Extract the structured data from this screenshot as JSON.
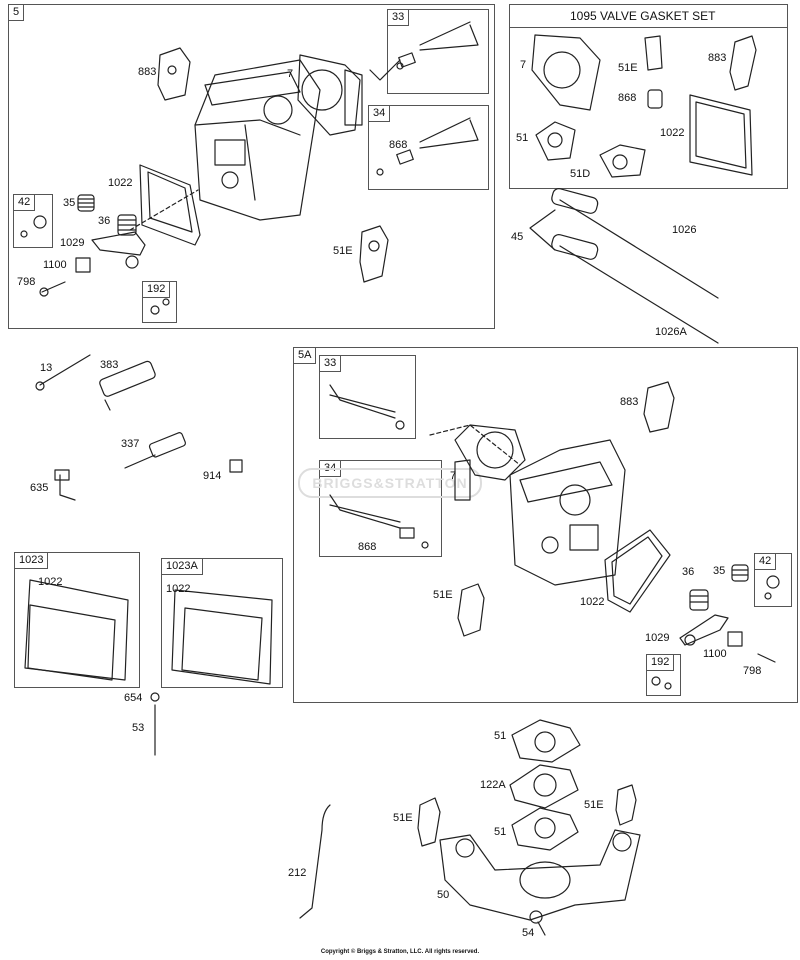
{
  "frames": {
    "f5": "5",
    "f5a": "5A",
    "gasket_set": "1095 VALVE GASKET SET",
    "f1023": "1023",
    "f1023a": "1023A"
  },
  "subtags": {
    "a33": "33",
    "a34": "34",
    "a42": "42",
    "a192": "192",
    "b33": "33",
    "b34": "34",
    "b42": "42",
    "b192": "192"
  },
  "labels": {
    "a883": "883",
    "a7": "7",
    "a868": "868",
    "a1022": "1022",
    "a35": "35",
    "a36": "36",
    "a1029": "1029",
    "a1100": "1100",
    "a798": "798",
    "a51e": "51E",
    "g7": "7",
    "g51e": "51E",
    "g883": "883",
    "g868": "868",
    "g51": "51",
    "g1022": "1022",
    "g51d": "51D",
    "p45": "45",
    "p1026": "1026",
    "p1026a": "1026A",
    "m13": "13",
    "m383": "383",
    "m337": "337",
    "m914": "914",
    "m635": "635",
    "c1022a": "1022",
    "c1022b": "1022",
    "m654": "654",
    "m53": "53",
    "b883": "883",
    "b7": "7",
    "b868": "868",
    "b51e": "51E",
    "b1022": "1022",
    "b36": "36",
    "b35": "35",
    "b1029": "1029",
    "b1100": "1100",
    "b798": "798",
    "x51a": "51",
    "x122a": "122A",
    "x51e_l": "51E",
    "x51e_r": "51E",
    "x51b": "51",
    "x212": "212",
    "x50": "50",
    "x54": "54"
  },
  "watermark": "BRIGGS&STRATTON",
  "copyright": "Copyright © Briggs & Stratton, LLC. All rights reserved."
}
